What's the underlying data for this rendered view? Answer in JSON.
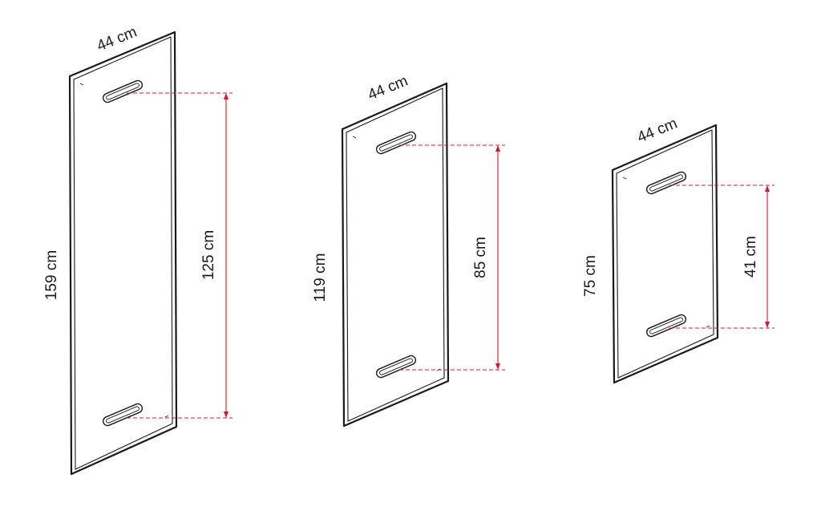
{
  "panels": [
    {
      "id": "large",
      "width_label": "44 cm",
      "height_label": "159 cm",
      "slot_spacing_label": "125 cm"
    },
    {
      "id": "medium",
      "width_label": "44 cm",
      "height_label": "119 cm",
      "slot_spacing_label": "85 cm"
    },
    {
      "id": "small",
      "width_label": "44 cm",
      "height_label": "75 cm",
      "slot_spacing_label": "41 cm"
    }
  ],
  "colors": {
    "outline": "#1a1a1a",
    "dimension": "#d9142c",
    "background": "#ffffff"
  }
}
